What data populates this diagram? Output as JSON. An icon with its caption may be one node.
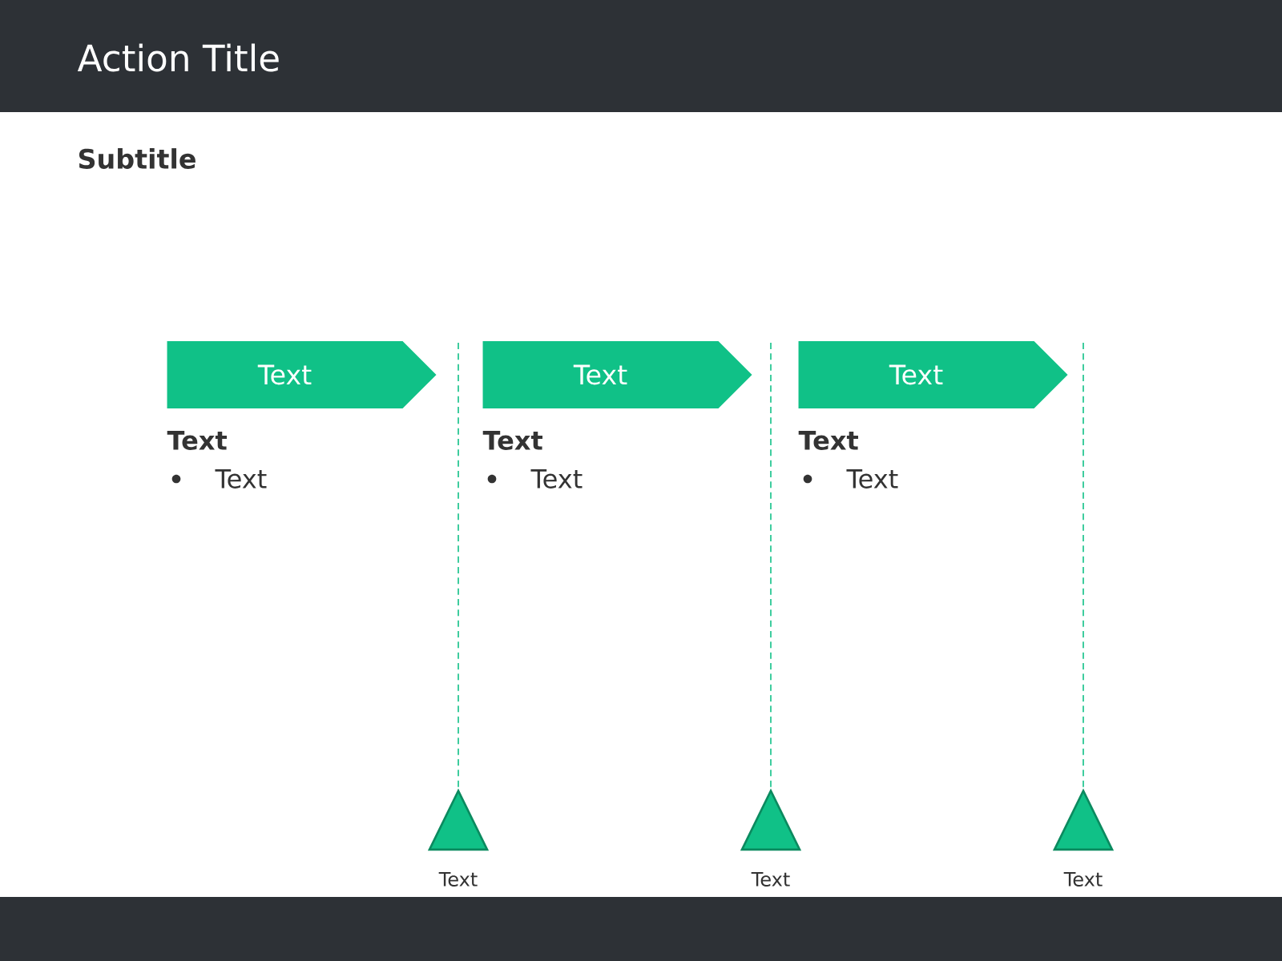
{
  "diagram": {
    "title": "Action Title",
    "nodes": [
      {
        "text": [
          "Text"
        ],
        "beside": [
          "Text",
          "Text"
        ]
      },
      {
        "text": [
          "Text"
        ],
        "beside": [
          "Text",
          "Text"
        ]
      },
      {
        "text": [
          "Text"
        ],
        "beside": [
          "Text",
          "Text"
        ]
      },
      {
        "text": [],
        "shape": "triangle",
        "beside": [
          "Text"
        ]
      },
      {
        "text": [],
        "shape": "triangle",
        "beside": [
          "Text"
        ]
      },
      {
        "text": [],
        "shape": "triangle",
        "beside": [
          "Text"
        ]
      }
    ],
    "labels": [
      "Subtitle"
    ]
  }
}
